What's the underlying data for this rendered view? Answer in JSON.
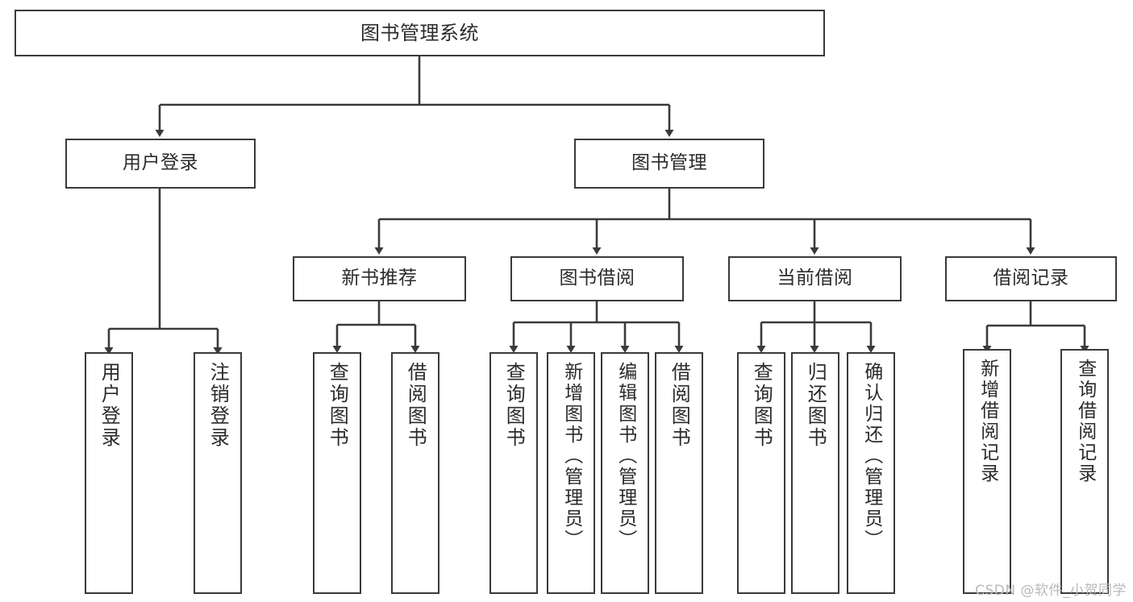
{
  "diagram": {
    "title": "图书管理系统",
    "type": "hierarchy-tree",
    "line_color": "#3a3a3c",
    "box_fill": "#ffffff",
    "text_color": "#2b2b2d",
    "background": "#ffffff",
    "watermark": "CSDN @软件_小贺同学",
    "nodes": {
      "root": {
        "label": "图书管理系统"
      },
      "level2": [
        {
          "id": "user-login",
          "label": "用户登录"
        },
        {
          "id": "book-manage",
          "label": "图书管理"
        }
      ],
      "level3": [
        {
          "id": "new-book-recommend",
          "label": "新书推荐"
        },
        {
          "id": "book-borrow",
          "label": "图书借阅"
        },
        {
          "id": "current-borrow",
          "label": "当前借阅"
        },
        {
          "id": "borrow-record",
          "label": "借阅记录"
        }
      ],
      "leaves": {
        "user_login": [
          {
            "id": "leaf-user-login",
            "label": "用户登录"
          },
          {
            "id": "leaf-logout-login",
            "label": "注销登录"
          }
        ],
        "new_book_recommend": [
          {
            "id": "leaf-query-book-1",
            "label": "查询图书"
          },
          {
            "id": "leaf-borrow-book-1",
            "label": "借阅图书"
          }
        ],
        "book_borrow": [
          {
            "id": "leaf-query-book-2",
            "label": "查询图书"
          },
          {
            "id": "leaf-add-book-admin",
            "label": "新增图书（管理员）"
          },
          {
            "id": "leaf-edit-book-admin",
            "label": "编辑图书（管理员）"
          },
          {
            "id": "leaf-borrow-book-2",
            "label": "借阅图书"
          }
        ],
        "current_borrow": [
          {
            "id": "leaf-query-book-3",
            "label": "查询图书"
          },
          {
            "id": "leaf-return-book",
            "label": "归还图书"
          },
          {
            "id": "leaf-confirm-return-admin",
            "label": "确认归还（管理员）"
          }
        ],
        "borrow_record": [
          {
            "id": "leaf-add-borrow-record",
            "label": "新增借阅记录"
          },
          {
            "id": "leaf-query-borrow-record",
            "label": "查询借阅记录"
          }
        ]
      }
    }
  }
}
